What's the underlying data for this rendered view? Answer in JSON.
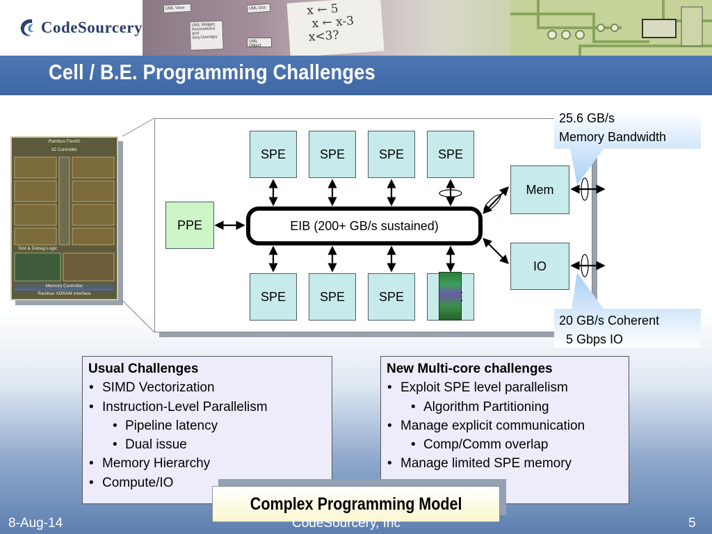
{
  "header": {
    "logo_text": "CodeSourcery",
    "uml_cards": [
      "UML View",
      "UML Widget, Associations and Seq.Overlaps",
      "UML Object",
      "UML Doc"
    ],
    "handwriting": [
      "x ← 5",
      "x ← x-3",
      "x<3?"
    ]
  },
  "slide": {
    "title": "Cell / B.E. Programming Challenges"
  },
  "die": {
    "labels": [
      "Rambus FlexIO",
      "IO Controller",
      "Test & Debug Logic",
      "Memory Controller",
      "Rambus XDRAM Interface"
    ]
  },
  "diagram": {
    "spe_top": [
      "SPE",
      "SPE",
      "SPE",
      "SPE"
    ],
    "spe_bottom": [
      "SPE",
      "SPE",
      "SPE",
      "SPE"
    ],
    "ppe": "PPE",
    "eib": "EIB (200+ GB/s sustained)",
    "mem": "Mem",
    "io": "IO"
  },
  "callouts": {
    "memory": "25.6 GB/s\nMemory Bandwidth",
    "io": "20 GB/s Coherent\n  5 Gbps IO"
  },
  "usual": {
    "title": "Usual Challenges",
    "items": [
      {
        "text": "SIMD Vectorization",
        "level": 1
      },
      {
        "text": "Instruction-Level Parallelism",
        "level": 1
      },
      {
        "text": "Pipeline latency",
        "level": 2
      },
      {
        "text": "Dual issue",
        "level": 2
      },
      {
        "text": "Memory Hierarchy",
        "level": 1
      },
      {
        "text": "Compute/IO",
        "level": 1
      }
    ]
  },
  "multicore": {
    "title": "New Multi-core challenges",
    "items": [
      {
        "text": "Exploit SPE level parallelism",
        "level": 1
      },
      {
        "text": "Algorithm Partitioning",
        "level": 2
      },
      {
        "text": "Manage explicit communication",
        "level": 1
      },
      {
        "text": "Comp/Comm overlap",
        "level": 2
      },
      {
        "text": "Manage limited SPE memory",
        "level": 1
      }
    ]
  },
  "banner": {
    "text": "Complex Programming Model"
  },
  "footer": {
    "date": "8-Aug-14",
    "company": "CodeSourcery, Inc",
    "page": "5"
  },
  "colors": {
    "title_band": "#4570ae",
    "spe_fill": "#c7eaea",
    "ppe_fill": "#cdf5c8",
    "box_fill": "#ececfb",
    "callout_blue": "#a9d0f5"
  }
}
